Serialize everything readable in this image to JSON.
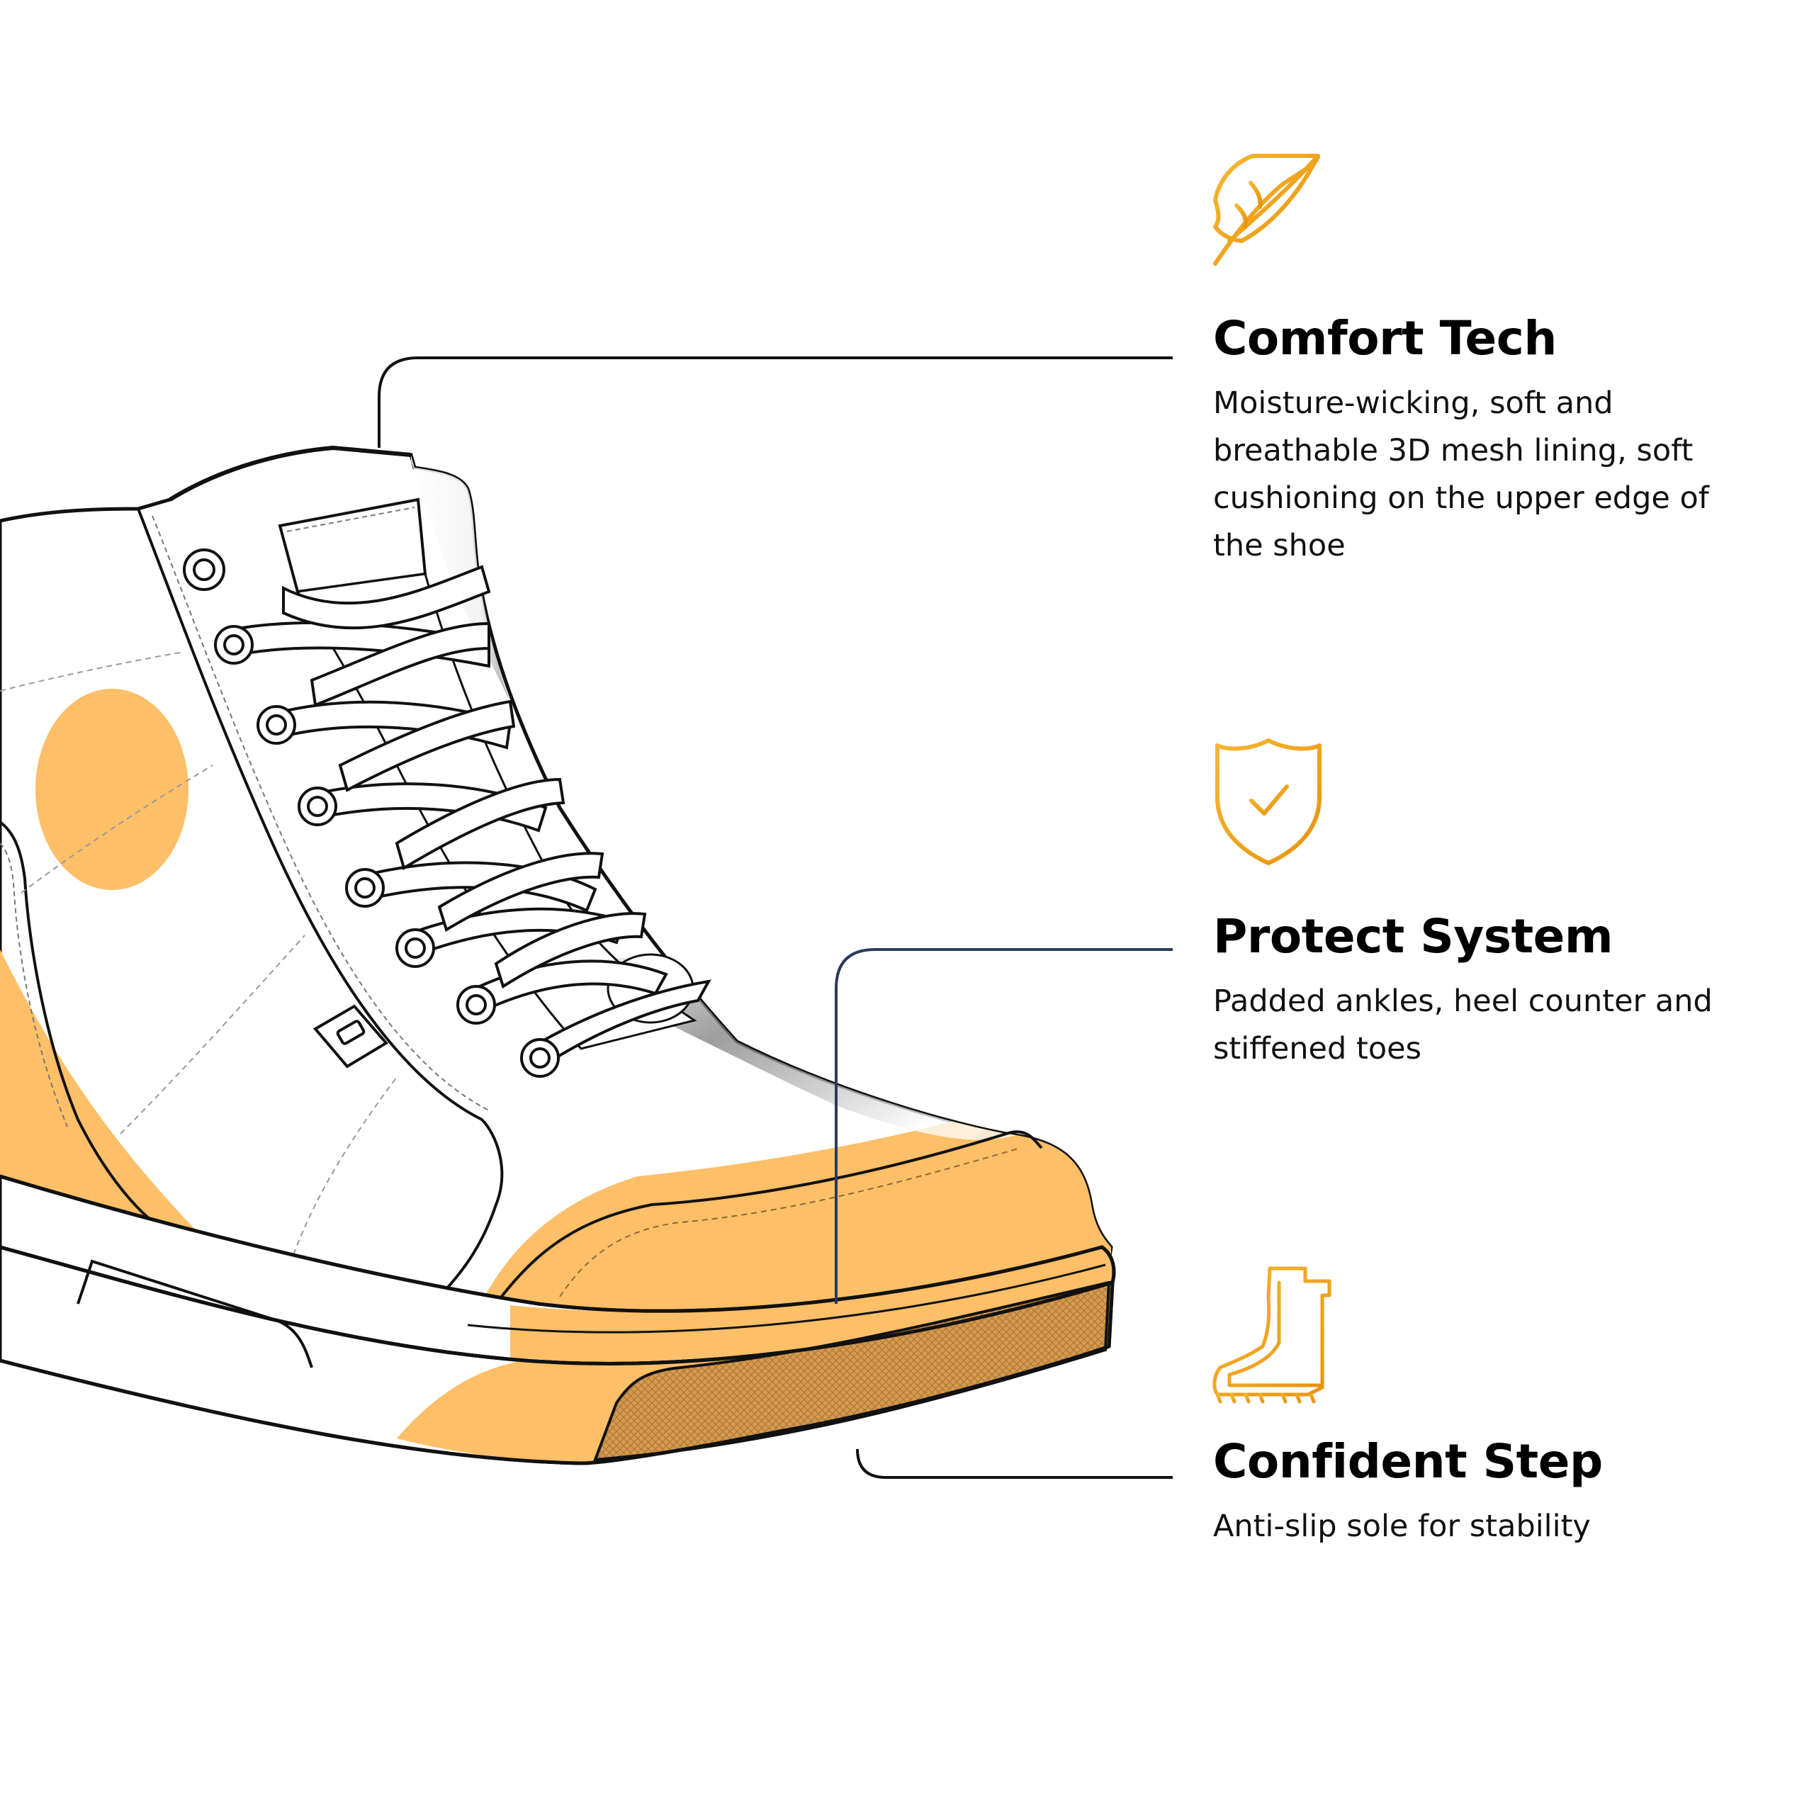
{
  "colors": {
    "accent_fill": "#fdbf67",
    "icon_gold": "#f2a516",
    "outline": "#111111",
    "background": "#ffffff"
  },
  "features": [
    {
      "icon": "feather-icon",
      "title": "Comfort Tech",
      "description": "Moisture-wicking, soft and breathable 3D mesh lining, soft cushioning on the upper edge of the shoe"
    },
    {
      "icon": "shield-check-icon",
      "title": "Protect System",
      "description": "Padded ankles, heel counter and stiffened toes"
    },
    {
      "icon": "boot-icon",
      "title": "Confident Step",
      "description": "Anti-slip sole for stability"
    }
  ]
}
